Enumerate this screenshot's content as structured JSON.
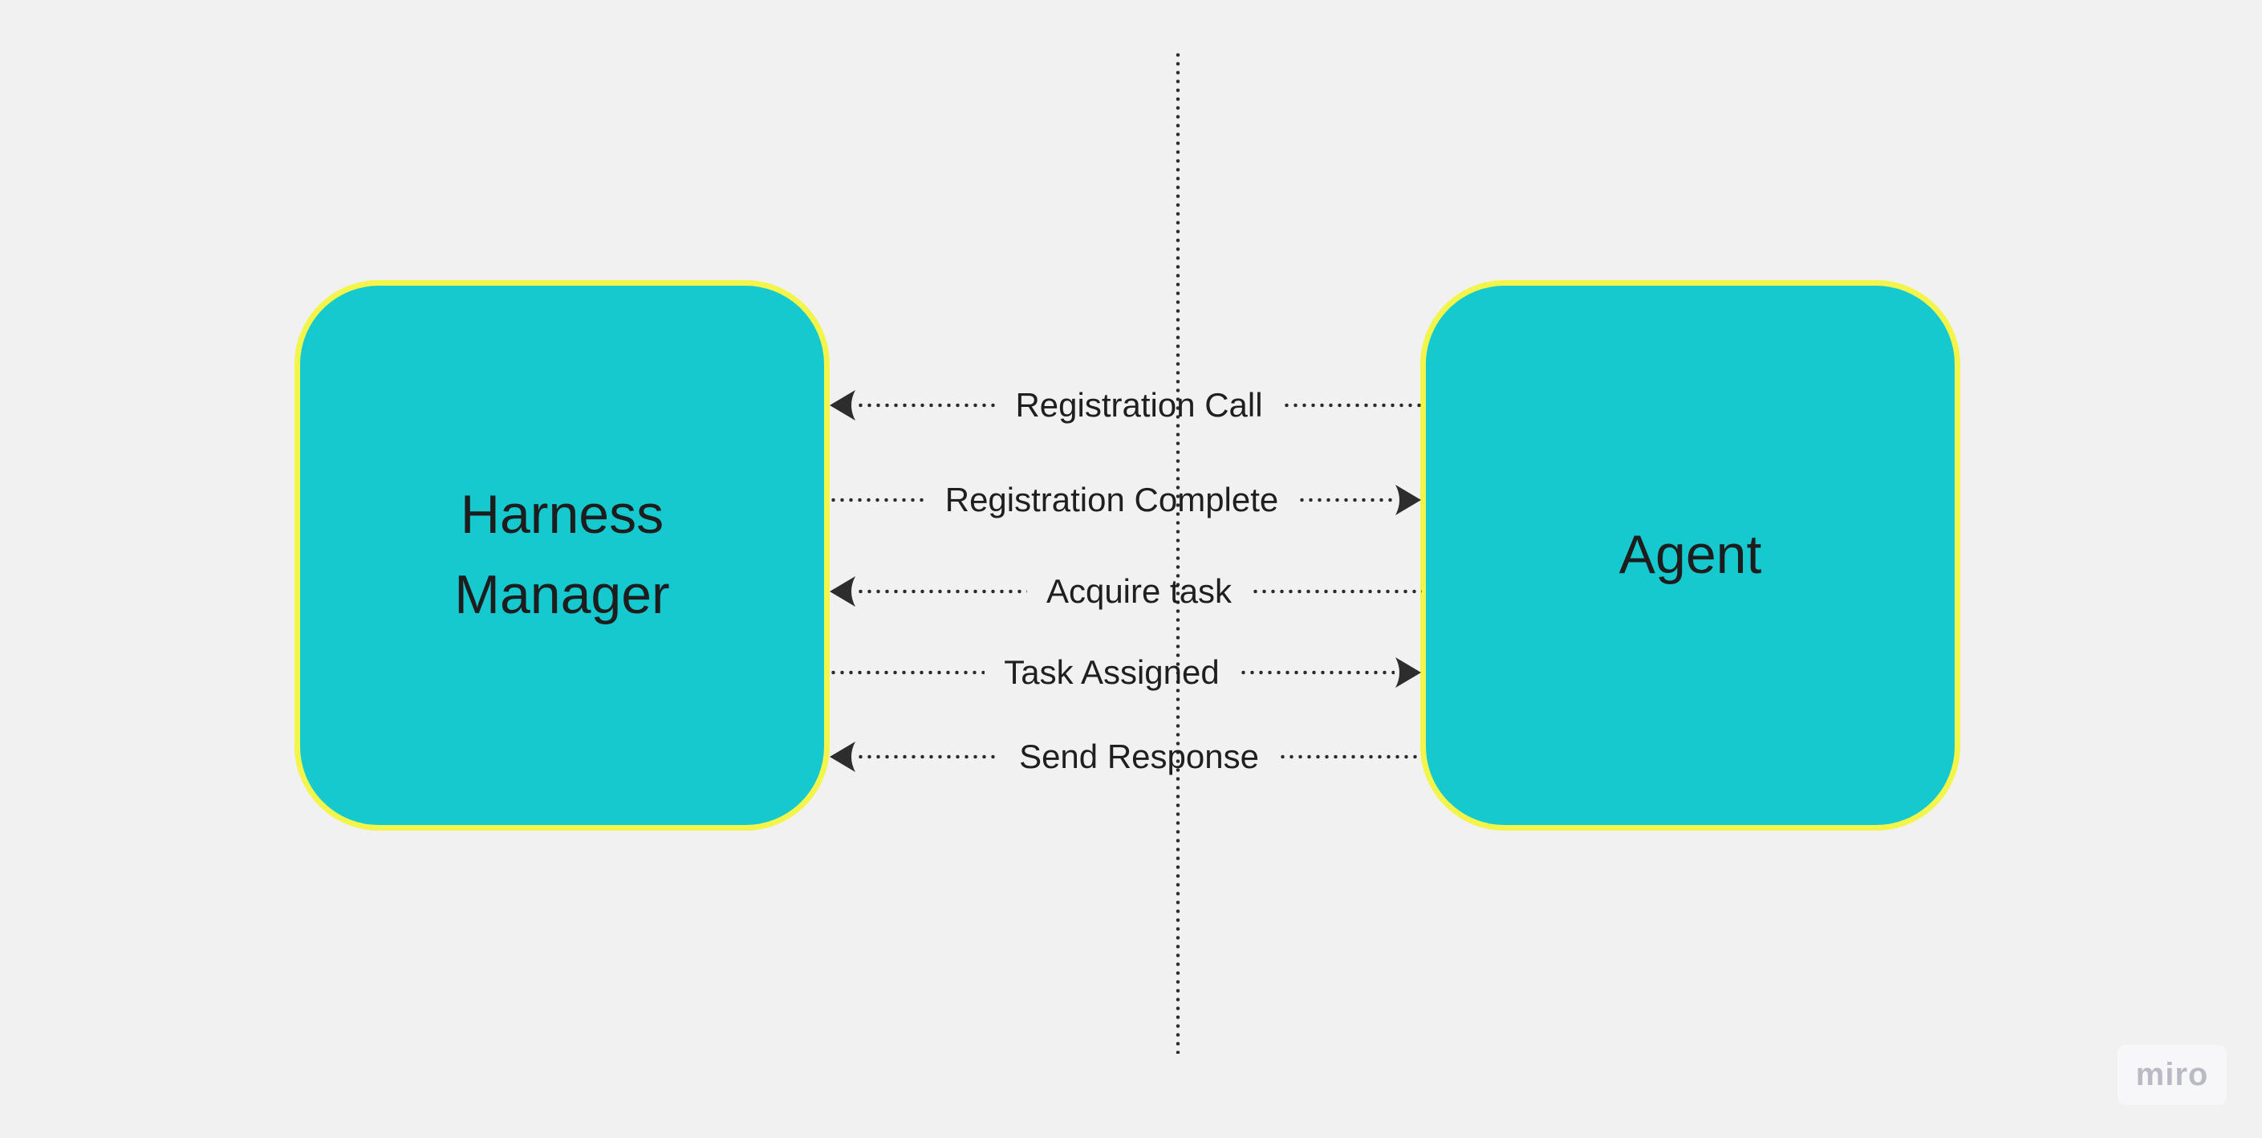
{
  "canvas": {
    "background_color": "#f1f1f1",
    "watermark_label": "miro"
  },
  "colors": {
    "actor_fill": "#16c9cf",
    "actor_border": "#f4f54b",
    "actor_text": "#1d1d1d",
    "connector": "#2d2d2d",
    "message_text": "#1f1f1f",
    "watermark_text": "#b9bac4"
  },
  "actors": [
    {
      "id": "harness-manager",
      "label": "Harness\nManager"
    },
    {
      "id": "agent",
      "label": "Agent"
    }
  ],
  "lifeline": {
    "style": "dotted-vertical"
  },
  "messages": [
    {
      "label": "Registration Call",
      "direction": "left",
      "from": "agent",
      "to": "harness-manager"
    },
    {
      "label": "Registration Complete",
      "direction": "right",
      "from": "harness-manager",
      "to": "agent"
    },
    {
      "label": "Acquire task",
      "direction": "left",
      "from": "agent",
      "to": "harness-manager"
    },
    {
      "label": "Task Assigned",
      "direction": "right",
      "from": "harness-manager",
      "to": "agent"
    },
    {
      "label": "Send Response",
      "direction": "left",
      "from": "agent",
      "to": "harness-manager"
    }
  ]
}
